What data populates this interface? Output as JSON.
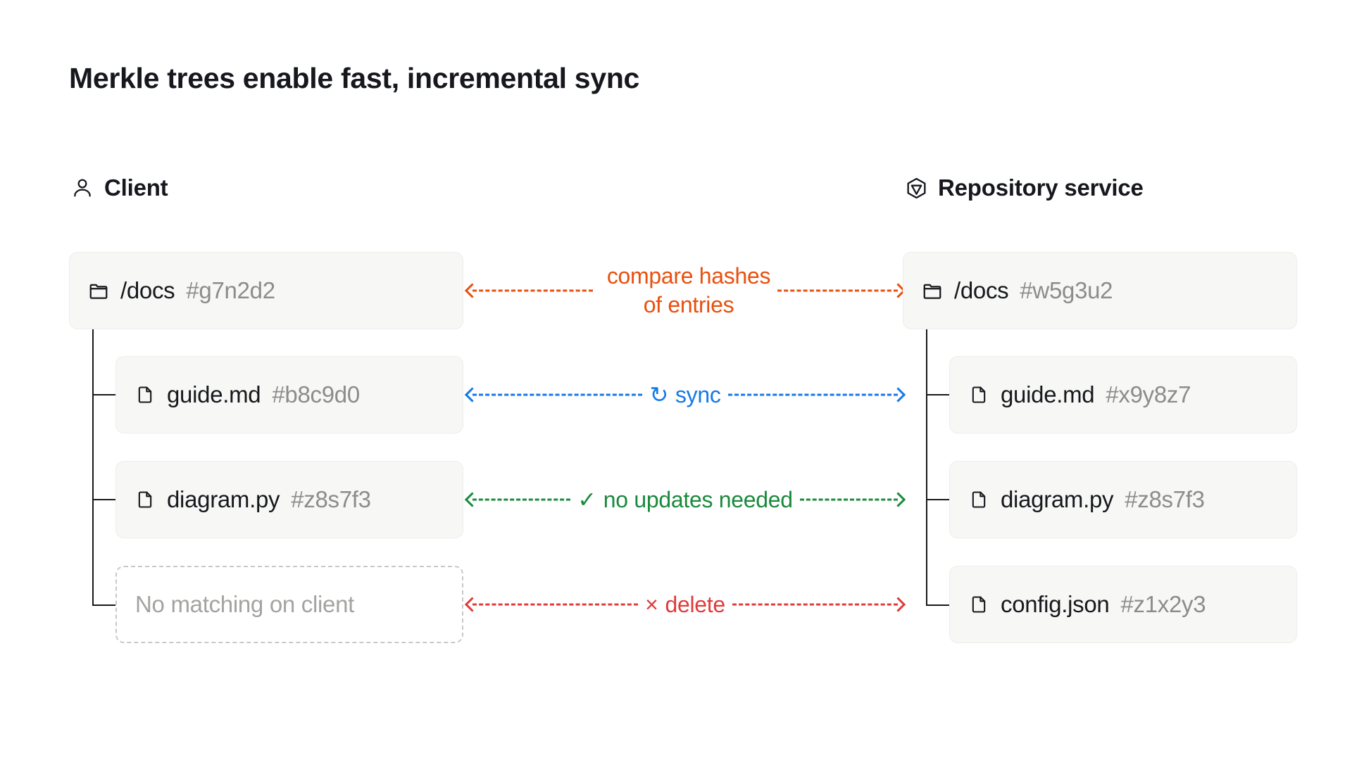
{
  "title": "Merkle trees enable fast, incremental sync",
  "columns": {
    "left": {
      "icon": "user-icon",
      "label": "Client",
      "root": {
        "icon": "folder-icon",
        "name": "/docs",
        "hash": "#g7n2d2"
      },
      "children": [
        {
          "icon": "file-icon",
          "name": "guide.md",
          "hash": "#b8c9d0",
          "placeholder": false
        },
        {
          "icon": "file-icon",
          "name": "diagram.py",
          "hash": "#z8s7f3",
          "placeholder": false
        },
        {
          "icon": "none",
          "name": "No matching on client",
          "hash": "",
          "placeholder": true
        }
      ]
    },
    "right": {
      "icon": "package-icon",
      "label": "Repository service",
      "root": {
        "icon": "folder-icon",
        "name": "/docs",
        "hash": "#w5g3u2"
      },
      "children": [
        {
          "icon": "file-icon",
          "name": "guide.md",
          "hash": "#x9y8z7",
          "placeholder": false
        },
        {
          "icon": "file-icon",
          "name": "diagram.py",
          "hash": "#z8s7f3",
          "placeholder": false
        },
        {
          "icon": "file-icon",
          "name": "config.json",
          "hash": "#z1x2y3",
          "placeholder": false
        }
      ]
    }
  },
  "relations": [
    {
      "label": "compare hashes\nof entries",
      "glyph": "",
      "color": "#e8500f",
      "direction": "both"
    },
    {
      "label": "sync",
      "glyph": "↻",
      "color": "#1579e8",
      "direction": "both"
    },
    {
      "label": "no updates needed",
      "glyph": "✓",
      "color": "#1a8a3c",
      "direction": "both"
    },
    {
      "label": "delete",
      "glyph": "×",
      "color": "#e03b3b",
      "direction": "both"
    }
  ]
}
